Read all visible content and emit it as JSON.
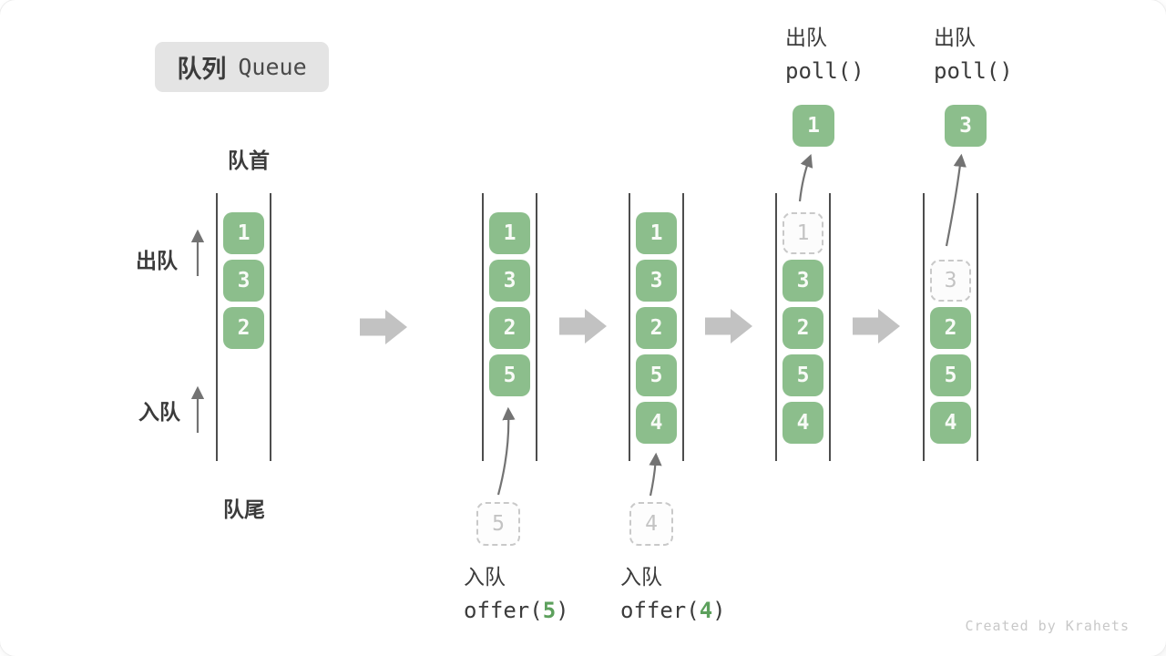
{
  "badge": {
    "zh": "队列",
    "en": "Queue"
  },
  "labels": {
    "front": "队首",
    "rear": "队尾",
    "dequeue_side": "出队",
    "enqueue_side": "入队"
  },
  "steps": [
    {
      "boxes": [
        "1",
        "3",
        "2"
      ]
    },
    {
      "boxes": [
        "1",
        "3",
        "2",
        "5"
      ],
      "pending": "5",
      "op": {
        "action": "入队",
        "fn_open": "offer(",
        "arg": "5",
        "fn_close": ")"
      }
    },
    {
      "boxes": [
        "1",
        "3",
        "2",
        "5",
        "4"
      ],
      "pending": "4",
      "op": {
        "action": "入队",
        "fn_open": "offer(",
        "arg": "4",
        "fn_close": ")"
      }
    },
    {
      "ghost": "1",
      "boxes": [
        "3",
        "2",
        "5",
        "4"
      ],
      "popped": "1",
      "op": {
        "action": "出队",
        "fn": "poll()"
      }
    },
    {
      "ghost": "3",
      "boxes": [
        "2",
        "5",
        "4"
      ],
      "popped": "3",
      "op": {
        "action": "出队",
        "fn": "poll()"
      }
    }
  ],
  "footer": "Created by Krahets",
  "colors": {
    "box_green": "#8cbe8c",
    "code_arg_green": "#5ca05c",
    "queue_line": "#4d4d4d",
    "block_arrow_gray": "#c2c2c2",
    "thin_arrow_gray": "#737373",
    "ghost_border": "#c9c9c9",
    "badge_bg": "#e4e4e4",
    "text_dark": "#3b3b3b",
    "footer_gray": "#c8c8c8"
  }
}
